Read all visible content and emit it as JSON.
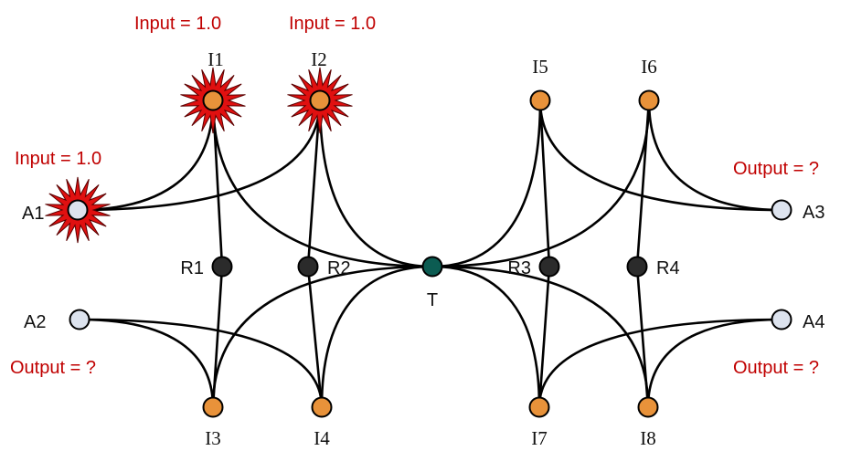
{
  "colors": {
    "io_node": "#e8923a",
    "router_node": "#2b2b2b",
    "agent_node": "#dde3ee",
    "target_node": "#0c5c52",
    "burst": "#e01010",
    "annotation": "#c00000",
    "edge": "#000000"
  },
  "nodes": {
    "I1": {
      "label": "I1",
      "kind": "io",
      "active": true
    },
    "I2": {
      "label": "I2",
      "kind": "io",
      "active": true
    },
    "I3": {
      "label": "I3",
      "kind": "io"
    },
    "I4": {
      "label": "I4",
      "kind": "io"
    },
    "I5": {
      "label": "I5",
      "kind": "io"
    },
    "I6": {
      "label": "I6",
      "kind": "io"
    },
    "I7": {
      "label": "I7",
      "kind": "io"
    },
    "I8": {
      "label": "I8",
      "kind": "io"
    },
    "R1": {
      "label": "R1",
      "kind": "router"
    },
    "R2": {
      "label": "R2",
      "kind": "router"
    },
    "R3": {
      "label": "R3",
      "kind": "router"
    },
    "R4": {
      "label": "R4",
      "kind": "router"
    },
    "A1": {
      "label": "A1",
      "kind": "agent",
      "active": true
    },
    "A2": {
      "label": "A2",
      "kind": "agent"
    },
    "A3": {
      "label": "A3",
      "kind": "agent"
    },
    "A4": {
      "label": "A4",
      "kind": "agent"
    },
    "T": {
      "label": "T",
      "kind": "target"
    }
  },
  "edges": [
    [
      "I1",
      "R1"
    ],
    [
      "R1",
      "I3"
    ],
    [
      "I2",
      "R2"
    ],
    [
      "R2",
      "I4"
    ],
    [
      "I5",
      "R3"
    ],
    [
      "R3",
      "I7"
    ],
    [
      "I6",
      "R4"
    ],
    [
      "R4",
      "I8"
    ],
    [
      "I1",
      "A1"
    ],
    [
      "I2",
      "A1"
    ],
    [
      "I1",
      "T"
    ],
    [
      "I2",
      "T"
    ],
    [
      "I3",
      "A2"
    ],
    [
      "I4",
      "A2"
    ],
    [
      "I3",
      "T"
    ],
    [
      "I4",
      "T"
    ],
    [
      "I5",
      "A3"
    ],
    [
      "I6",
      "A3"
    ],
    [
      "I5",
      "T"
    ],
    [
      "I6",
      "T"
    ],
    [
      "I7",
      "A4"
    ],
    [
      "I8",
      "A4"
    ],
    [
      "I7",
      "T"
    ],
    [
      "I8",
      "T"
    ]
  ],
  "annotations": {
    "i1_input": "Input = 1.0",
    "i2_input": "Input = 1.0",
    "a1_input": "Input = 1.0",
    "a2_output": "Output = ?",
    "a3_output": "Output = ?",
    "a4_output": "Output = ?"
  }
}
